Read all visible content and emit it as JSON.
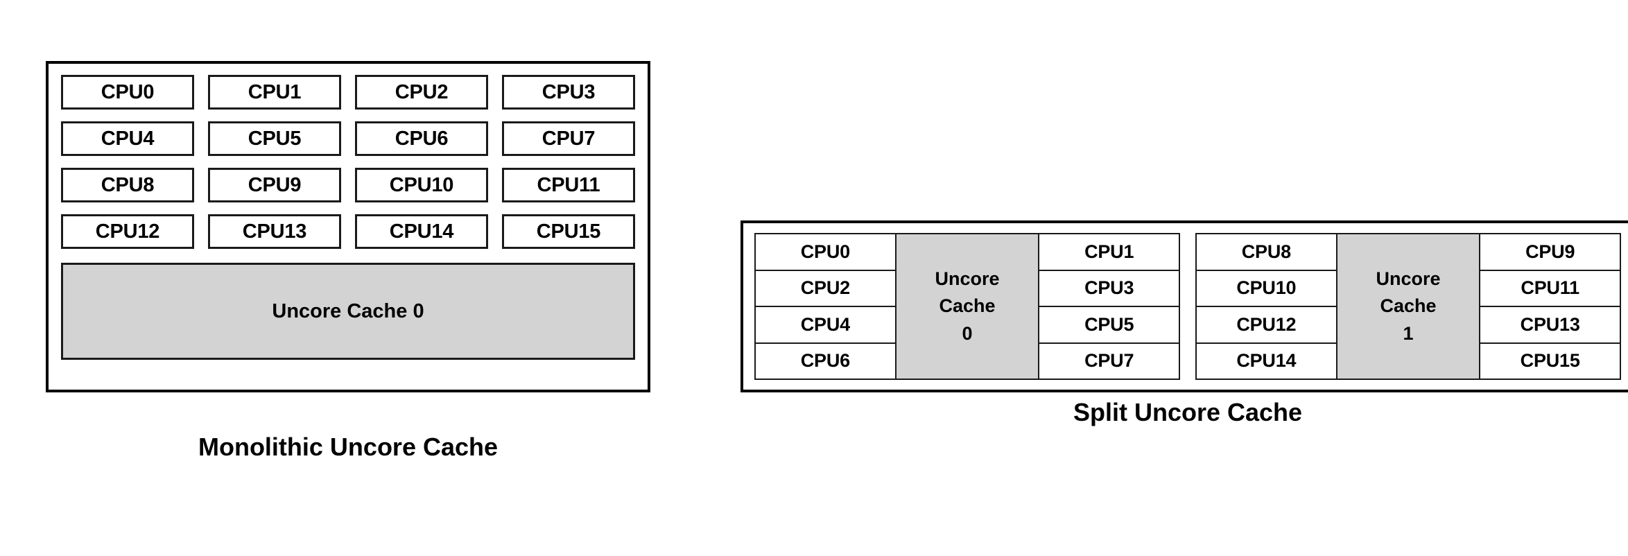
{
  "figures": [
    {
      "id": "monolithic",
      "caption": "Monolithic Uncore Cache",
      "layout": "grid-4x4-plus-wide-cache",
      "cpu_rows": [
        [
          "CPU0",
          "CPU1",
          "CPU2",
          "CPU3"
        ],
        [
          "CPU4",
          "CPU5",
          "CPU6",
          "CPU7"
        ],
        [
          "CPU8",
          "CPU9",
          "CPU10",
          "CPU11"
        ],
        [
          "CPU12",
          "CPU13",
          "CPU14",
          "CPU15"
        ]
      ],
      "caches": [
        {
          "label": "Uncore Cache 0"
        }
      ]
    },
    {
      "id": "split",
      "caption": "Split Uncore Cache",
      "layout": "two-groups-col-cache-col",
      "groups": [
        {
          "left_column": [
            "CPU0",
            "CPU2",
            "CPU4",
            "CPU6"
          ],
          "cache": {
            "line1": "Uncore",
            "line2": "Cache",
            "line3": "0"
          },
          "right_column": [
            "CPU1",
            "CPU3",
            "CPU5",
            "CPU7"
          ]
        },
        {
          "left_column": [
            "CPU8",
            "CPU10",
            "CPU12",
            "CPU14"
          ],
          "cache": {
            "line1": "Uncore",
            "line2": "Cache",
            "line3": "1"
          },
          "right_column": [
            "CPU9",
            "CPU11",
            "CPU13",
            "CPU15"
          ]
        }
      ]
    }
  ],
  "colors": {
    "cache_fill": "#d3d3d3",
    "border": "#1a1a1a",
    "outer_border": "#000000",
    "background": "#ffffff",
    "text": "#000000"
  }
}
